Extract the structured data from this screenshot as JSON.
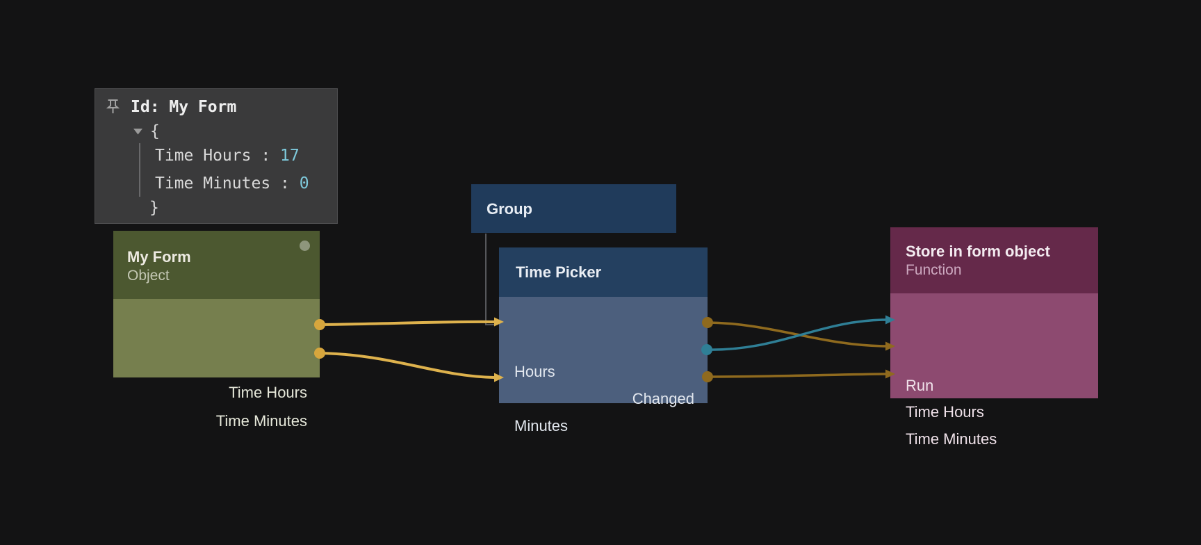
{
  "inspector": {
    "title": "Id: My Form",
    "open_brace": "{",
    "close_brace": "}",
    "separator": " : ",
    "fields": [
      {
        "label": "Time Hours",
        "value": "17"
      },
      {
        "label": "Time Minutes",
        "value": "0"
      }
    ]
  },
  "nodes": {
    "my_form": {
      "title": "My Form",
      "subtitle": "Object",
      "outputs": [
        {
          "label": "Time Hours"
        },
        {
          "label": "Time Minutes"
        }
      ]
    },
    "group": {
      "title": "Group"
    },
    "time_picker": {
      "title": "Time Picker",
      "rows": [
        {
          "label": "Hours",
          "side": "left"
        },
        {
          "label": "Changed",
          "side": "right"
        },
        {
          "label": "Minutes",
          "side": "left"
        }
      ]
    },
    "store": {
      "title": "Store in form object",
      "subtitle": "Function",
      "inputs": [
        {
          "label": "Run"
        },
        {
          "label": "Time Hours"
        },
        {
          "label": "Time Minutes"
        }
      ]
    }
  },
  "connections": [
    {
      "from": "My Form.Time Hours",
      "to": "Time Picker.Hours",
      "color": "amber"
    },
    {
      "from": "My Form.Time Minutes",
      "to": "Time Picker.Minutes",
      "color": "amber"
    },
    {
      "from": "Time Picker.Hours",
      "to": "Store in form object.Time Hours",
      "color": "mustard"
    },
    {
      "from": "Time Picker.Changed",
      "to": "Store in form object.Run",
      "color": "teal"
    },
    {
      "from": "Time Picker.Minutes",
      "to": "Store in form object.Time Minutes",
      "color": "mustard"
    }
  ],
  "colors": {
    "canvas_bg": "#131314",
    "panel_bg": "#3a3a3b",
    "panel_border": "#4e4e50",
    "panel_text": "#d9d9d9",
    "panel_title": "#eeeeee",
    "panel_value": "#7fcbdd",
    "panel_guide": "#68686a",
    "panel_muted": "#9a9a9a",
    "myform_header": "#4c5830",
    "myform_body": "#767f4e",
    "myform_title": "#edeae1",
    "myform_sub": "#c3c7b3",
    "myform_label": "#e6e8da",
    "myform_dot": "#8e967c",
    "group_bg": "#203b5b",
    "group_text": "#e7ecf3",
    "picker_header": "#244060",
    "picker_body": "#4c5f7d",
    "picker_title": "#eaeef4",
    "picker_label": "#e2e7ee",
    "store_header": "#65294a",
    "store_body": "#8d4a70",
    "store_title": "#f3ebf0",
    "store_sub": "#cda9c0",
    "store_label": "#f0e2ea",
    "wire_amber": "#deb24d",
    "port_amber": "#d7a63d",
    "wire_mustard": "#8f6a1e",
    "wire_teal": "#2f7f96",
    "elbow": "#56575b"
  }
}
